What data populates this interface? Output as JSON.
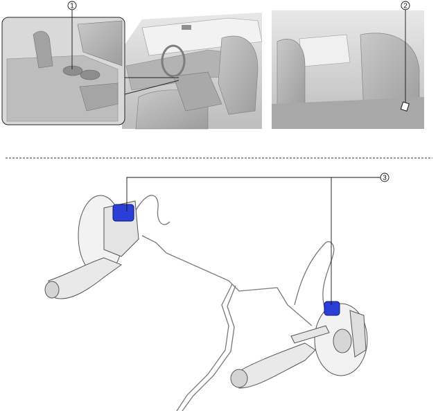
{
  "callouts": [
    {
      "label": "1"
    },
    {
      "label": "2"
    },
    {
      "label": "3"
    }
  ],
  "colors": {
    "highlight": "#2b3fd6",
    "photo_bg": "#d6d6d6",
    "line": "#222222",
    "part_fill": "#eeeeee",
    "part_stroke": "#555555"
  },
  "icons": [
    "leader-line",
    "dashed-separator",
    "brake-sensor-highlight"
  ]
}
